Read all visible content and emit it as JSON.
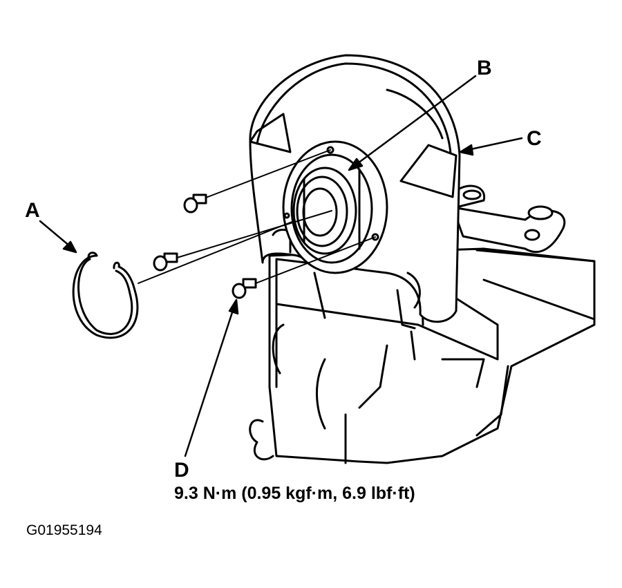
{
  "callouts": {
    "a": "A",
    "b": "B",
    "c": "C",
    "d": "D"
  },
  "torque_spec": "9.3 N·m (0.95 kgf·m, 6.9 lbf·ft)",
  "figure_id": "G01955194"
}
